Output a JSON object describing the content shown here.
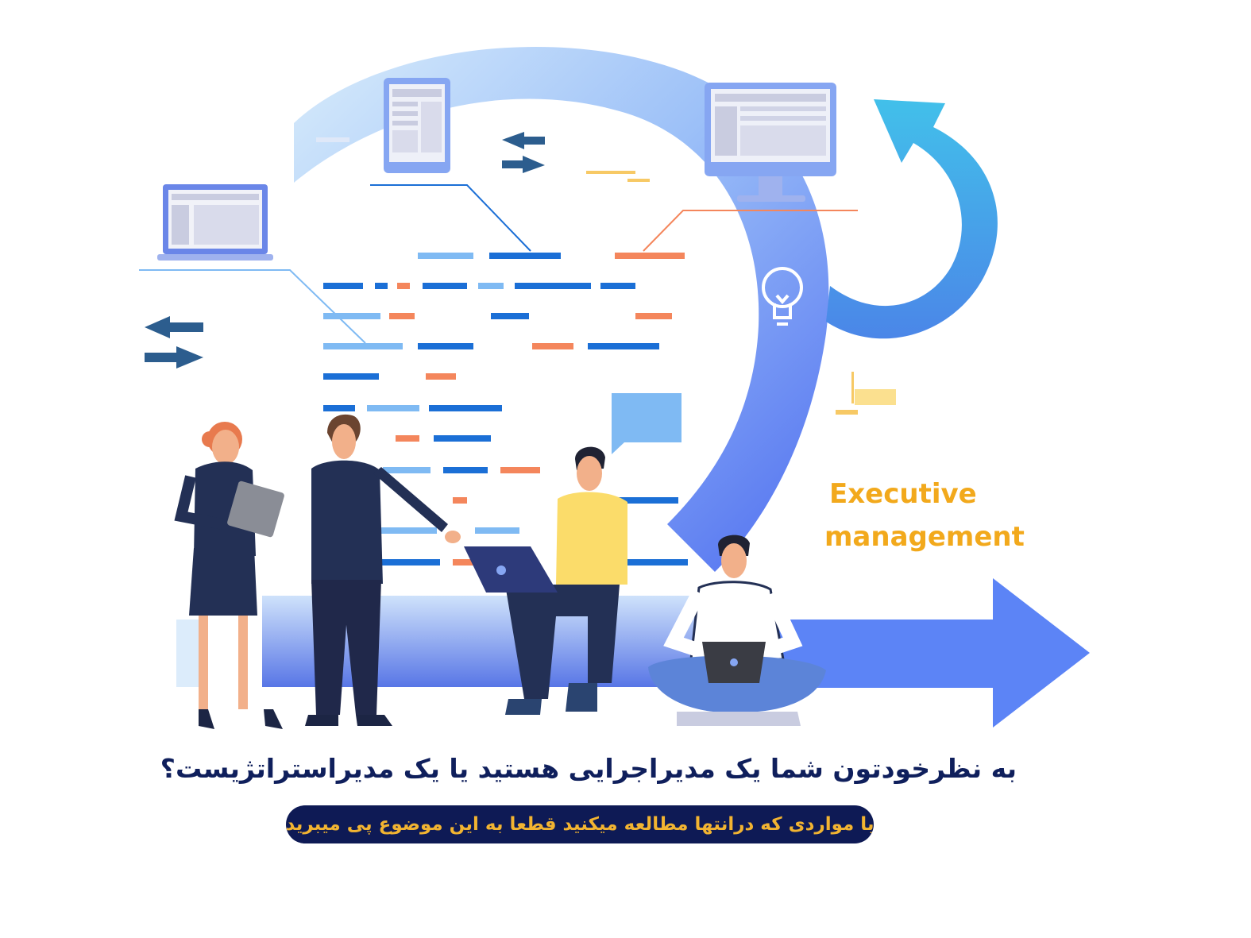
{
  "caption": {
    "label_line1": "Executive",
    "label_line2": "management",
    "headline": "به نظرخودتون شما یک مدیراجرایی هستید یا یک مدیراستراتژیست؟",
    "subline": "با مواردی که درانتها مطالعه میکنید قطعا به این موضوع پی میبرید"
  },
  "colors": {
    "accent_orange": "#f2a91c",
    "navy_text": "#0f1f5c",
    "pill_bg": "#0e1a55",
    "pill_text": "#f2b431",
    "arc_blue": "#5b7cf5",
    "return_arrow": "#3aa6e6",
    "bar_dark": "#1b6fd6",
    "bar_light": "#7fbaf3",
    "bar_orange": "#f4865c"
  },
  "icons": [
    "laptop-icon",
    "tablet-icon",
    "monitor-icon",
    "lightbulb-icon",
    "exchange-arrows-icon",
    "chat-bubble-icon",
    "right-arrow-icon",
    "return-arrow-icon"
  ]
}
